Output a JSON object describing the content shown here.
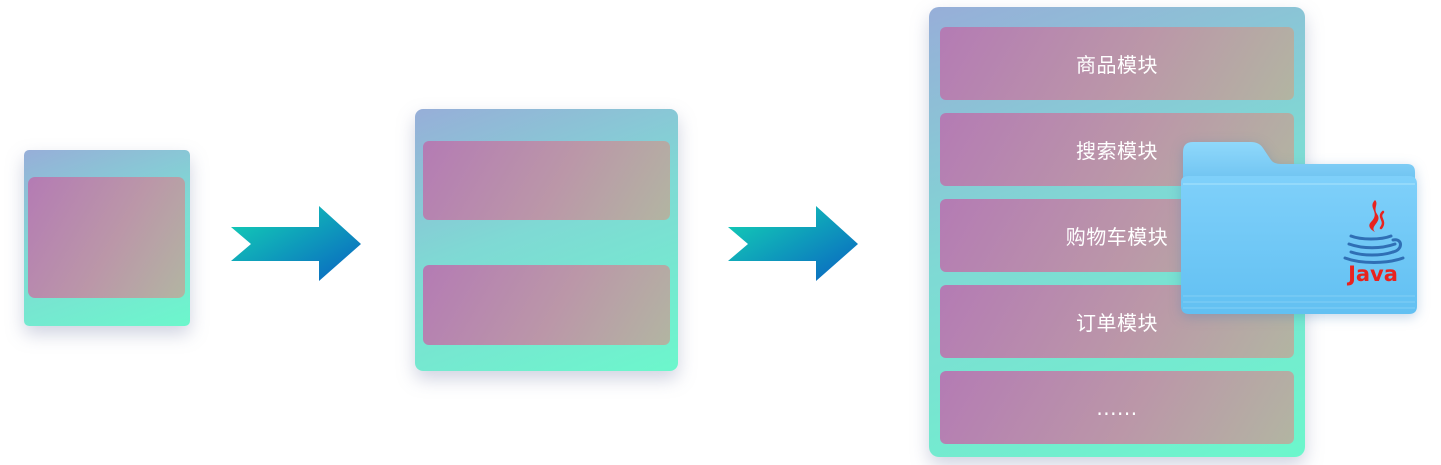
{
  "stages": [
    {
      "name": "single-block",
      "module_count": 1
    },
    {
      "name": "two-blocks",
      "module_count": 2
    },
    {
      "name": "split-modules",
      "module_count": 5
    }
  ],
  "modules": [
    {
      "label": "商品模块"
    },
    {
      "label": "搜索模块"
    },
    {
      "label": "购物车模块"
    },
    {
      "label": "订单模块"
    },
    {
      "label": "......"
    }
  ],
  "overlay": {
    "icon": "java-folder-icon",
    "text": "Java"
  },
  "colors": {
    "container_gradient": [
      "#97aed8",
      "#7fd9d4",
      "#6cf7cc"
    ],
    "module_gradient": [
      "#b47bb4",
      "#bb97a8",
      "#b2b5a2"
    ],
    "arrow_gradient": [
      "#13d0b8",
      "#0a6fc4"
    ],
    "folder_blue": "#6cc9f7",
    "java_red": "#e8231f",
    "java_blue": "#2f6fb5"
  }
}
